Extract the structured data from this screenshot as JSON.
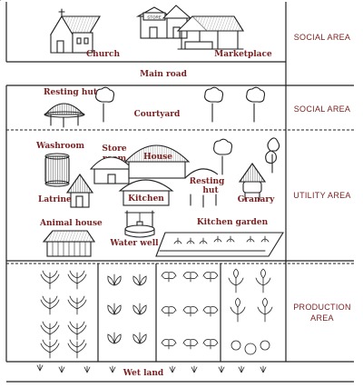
{
  "labels": {
    "church": "Church",
    "marketplace": "Marketplace",
    "main_road": "Main road",
    "resting_hut_top": "Resting hut",
    "courtyard": "Courtyard",
    "washroom": "Washroom",
    "store_room_line1": "Store",
    "store_room_line2": "room",
    "house": "House",
    "resting_hut_mid_line1": "Resting",
    "resting_hut_mid_line2": "hut",
    "granary": "Granary",
    "latrine": "Latrine",
    "kitchen": "Kitchen",
    "animal_house": "Animal house",
    "water_well": "Water well",
    "kitchen_garden": "Kitchen garden",
    "wet_land": "Wet land",
    "store_sign": "STORE"
  },
  "areas": {
    "social_1": "SOCIAL AREA",
    "social_2": "SOCIAL AREA",
    "utility": "UTILITY AREA",
    "production_line1": "PRODUCTION",
    "production_line2": "AREA"
  }
}
